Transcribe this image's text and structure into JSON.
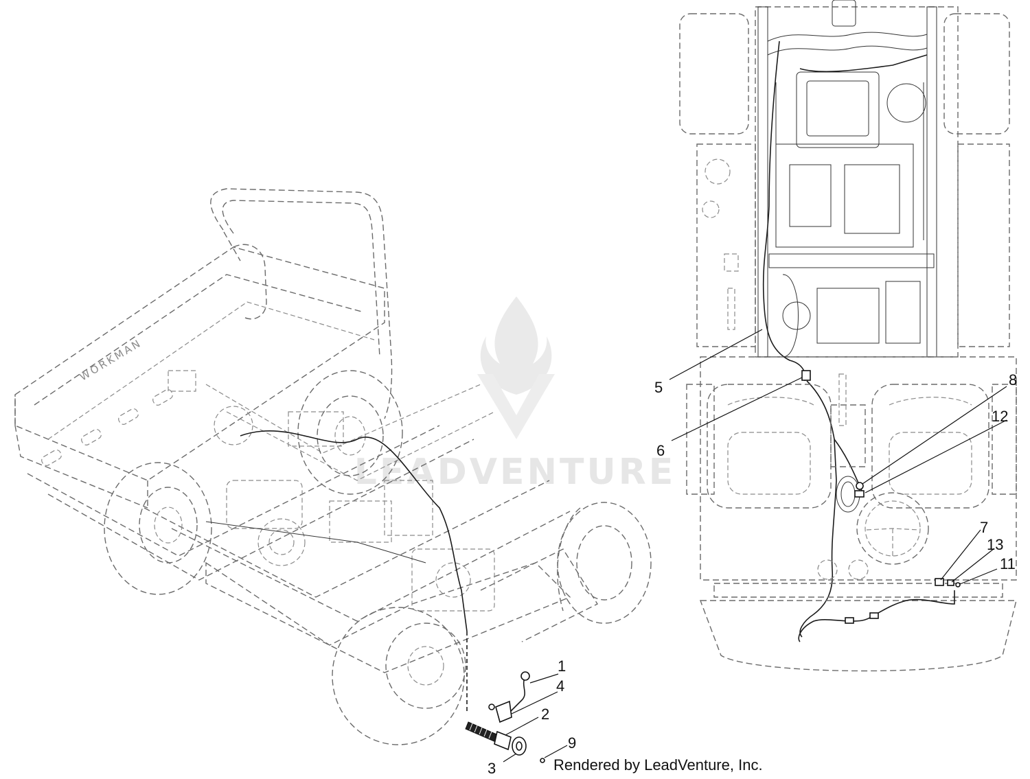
{
  "watermark": {
    "text": "LEADVENTURE"
  },
  "vehicle_brand": "WORKMAN",
  "footer": {
    "credit": "Rendered by LeadVenture, Inc."
  },
  "callouts": {
    "c1": "1",
    "c2": "2",
    "c3": "3",
    "c4": "4",
    "c5": "5",
    "c6": "6",
    "c7": "7",
    "c8": "8",
    "c9": "9",
    "c11": "11",
    "c12": "12",
    "c13": "13"
  },
  "icons": {
    "watermark": "flame-v-logo-icon"
  }
}
